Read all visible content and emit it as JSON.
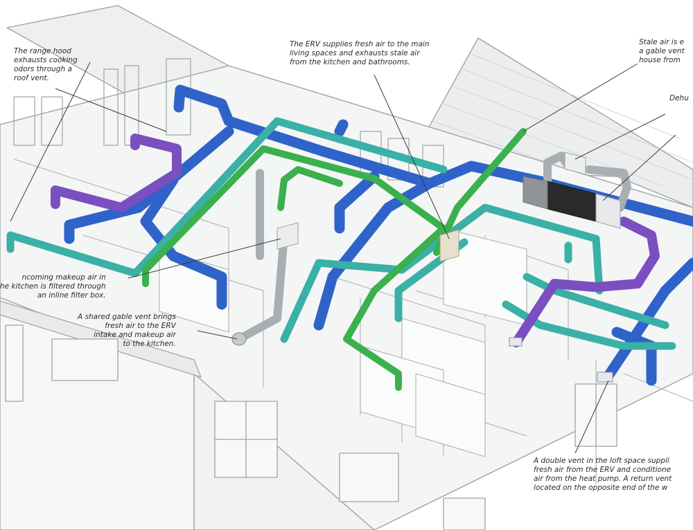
{
  "colors": {
    "background": "#ffffff",
    "house_line": "#9ea3a6",
    "house_fill": "#f3f4f4",
    "roof_fill": "#eceeee",
    "blue_duct": "#2f63c9",
    "teal_duct": "#3ab0a6",
    "green_duct": "#3bb04e",
    "purple_duct": "#7a4fc0",
    "gray_duct": "#a9aeb2",
    "erv_box": "#e6e0cc",
    "dehumidifier": "#2a2a2a",
    "leader_line": "#3a3a3a",
    "label_text": "#2a2a2a"
  },
  "callouts": [
    {
      "id": "range-hood",
      "text": "The range hood\nexhausts cooking\nodors through a\nroof vent."
    },
    {
      "id": "erv",
      "text": "The ERV supplies fresh air to the main\nliving spaces and exhausts stale air\nfrom the kitchen and bathrooms."
    },
    {
      "id": "stale-air",
      "text": "Stale air is e\na gable vent\nhouse from"
    },
    {
      "id": "dehumidifier",
      "text": "Dehu"
    },
    {
      "id": "makeup-air",
      "text": "ncoming makeup air in\nhe kitchen is filtered through\nan inline filter box."
    },
    {
      "id": "gable-vent",
      "text": "A shared gable vent brings\nfresh air to the ERV\nintake and makeup air\nto the kitchen."
    },
    {
      "id": "double-vent",
      "text": "A double vent in the loft space suppli\nfresh air from the ERV and conditione\nair from the heat pump. A return vent\nlocated on the opposite end of the w"
    }
  ]
}
